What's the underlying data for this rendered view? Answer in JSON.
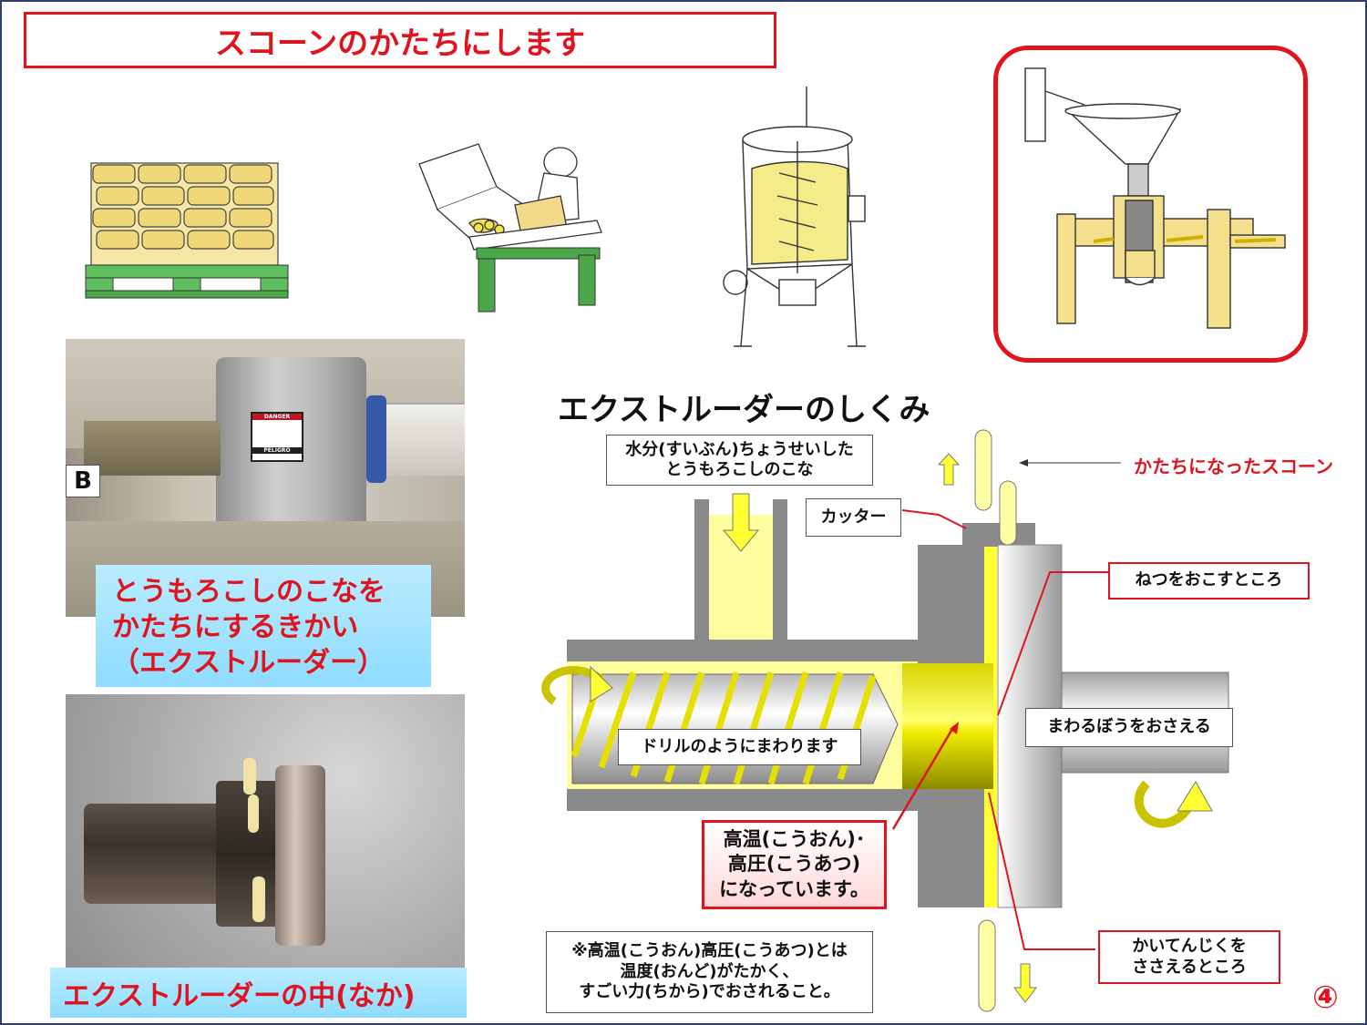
{
  "page": {
    "title": "スコーンのかたちにします",
    "page_number": "④"
  },
  "process_steps": [
    {
      "name": "sacks"
    },
    {
      "name": "worker-loading"
    },
    {
      "name": "mixing-tank"
    },
    {
      "name": "extruder",
      "highlighted": true
    }
  ],
  "photos": {
    "machine": {
      "danger_text": "DANGER",
      "brand_text": "PELIGRO",
      "letter": "B",
      "caption_lines": [
        "とうもろこしのこなを",
        "かたちにするきかい",
        "（エクストルーダー）"
      ]
    },
    "inside": {
      "caption": "エクストルーダーの中(なか)"
    }
  },
  "mechanism": {
    "title": "エクストルーダーのしくみ",
    "labels": {
      "input_line1": "水分(すいぶん)ちょうせいした",
      "input_line2": "とうもろこしのこな",
      "cutter": "カッター",
      "scone": "かたちになったスコーン",
      "heat": "ねつをおこすところ",
      "screw": "ドリルのようにまわります",
      "support": "まわるぼうをおさえる",
      "pressure_line1": "高温(こうおん)･",
      "pressure_line2": "高圧(こうあつ)",
      "pressure_line3": "になっています。",
      "bearing_line1": "かいてんじくを",
      "bearing_line2": "ささえるところ",
      "note_line1": "※高温(こうおん)高圧(こうあつ)とは",
      "note_line2": "温度(おんど)がたかく、",
      "note_line3": "すごい力(ちから)でおされること。"
    }
  },
  "colors": {
    "accent_red": "#e0141e",
    "machine_gray": "#8a8a8a",
    "dough_yellow": "#ffff66",
    "caption_blue": "#a6e4ff"
  }
}
